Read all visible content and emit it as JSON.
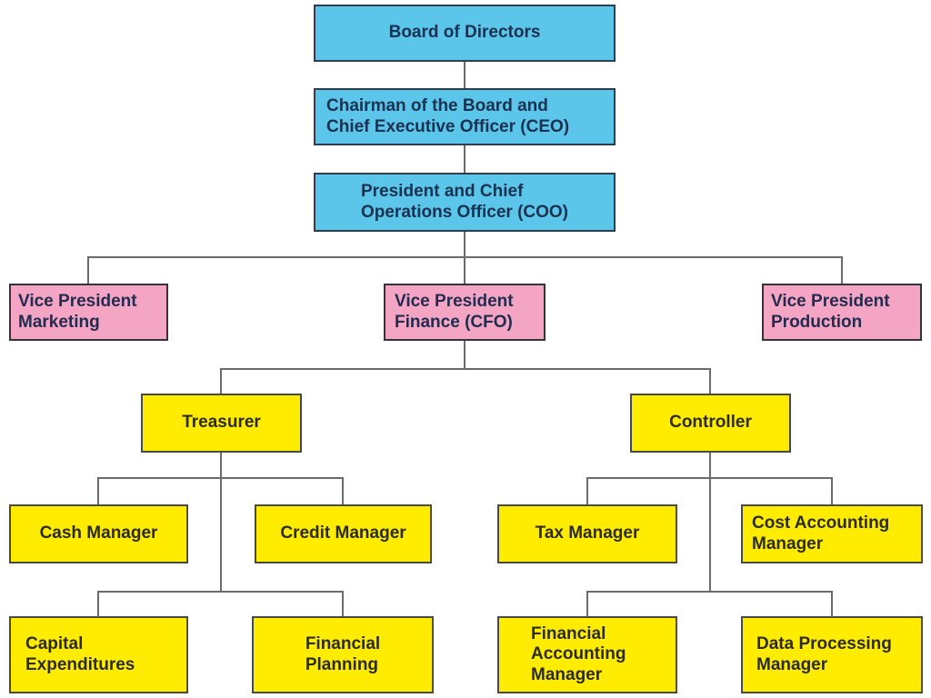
{
  "diagram": {
    "type": "org-chart",
    "palette": {
      "executive_fill": "#5bc5ea",
      "vice_president_fill": "#f3a5c3",
      "department_fill": "#ffec00",
      "connector_line_color": "#6b6b6b",
      "box_border_color": "#3a3a3a"
    },
    "nodes": {
      "board": {
        "label": "Board of Directors",
        "level": "executive"
      },
      "chairman": {
        "label": "Chairman of the Board and\nChief Executive Officer (CEO)",
        "level": "executive"
      },
      "president": {
        "label": "President and Chief\nOperations Officer (COO)",
        "level": "executive"
      },
      "vp_marketing": {
        "label": "Vice President\nMarketing",
        "level": "vice-president"
      },
      "vp_finance": {
        "label": "Vice President\nFinance (CFO)",
        "level": "vice-president"
      },
      "vp_production": {
        "label": "Vice President\nProduction",
        "level": "vice-president"
      },
      "treasurer": {
        "label": "Treasurer",
        "level": "department"
      },
      "controller": {
        "label": "Controller",
        "level": "department"
      },
      "cash_manager": {
        "label": "Cash Manager",
        "level": "department"
      },
      "credit_manager": {
        "label": "Credit Manager",
        "level": "department"
      },
      "tax_manager": {
        "label": "Tax Manager",
        "level": "department"
      },
      "cost_accounting_manager": {
        "label": "Cost Accounting\nManager",
        "level": "department"
      },
      "capital_expenditures": {
        "label": "Capital\nExpenditures",
        "level": "department"
      },
      "financial_planning": {
        "label": "Financial\nPlanning",
        "level": "department"
      },
      "financial_accounting_manager": {
        "label": "Financial\nAccounting\nManager",
        "level": "department"
      },
      "data_processing_manager": {
        "label": "Data Processing\nManager",
        "level": "department"
      }
    },
    "hierarchy": [
      {
        "parent": "board",
        "child": "chairman"
      },
      {
        "parent": "chairman",
        "child": "president"
      },
      {
        "parent": "president",
        "child": "vp_marketing"
      },
      {
        "parent": "president",
        "child": "vp_finance"
      },
      {
        "parent": "president",
        "child": "vp_production"
      },
      {
        "parent": "vp_finance",
        "child": "treasurer"
      },
      {
        "parent": "vp_finance",
        "child": "controller"
      },
      {
        "parent": "treasurer",
        "child": "cash_manager"
      },
      {
        "parent": "treasurer",
        "child": "credit_manager"
      },
      {
        "parent": "treasurer",
        "child": "capital_expenditures"
      },
      {
        "parent": "treasurer",
        "child": "financial_planning"
      },
      {
        "parent": "controller",
        "child": "tax_manager"
      },
      {
        "parent": "controller",
        "child": "cost_accounting_manager"
      },
      {
        "parent": "controller",
        "child": "financial_accounting_manager"
      },
      {
        "parent": "controller",
        "child": "data_processing_manager"
      }
    ]
  }
}
